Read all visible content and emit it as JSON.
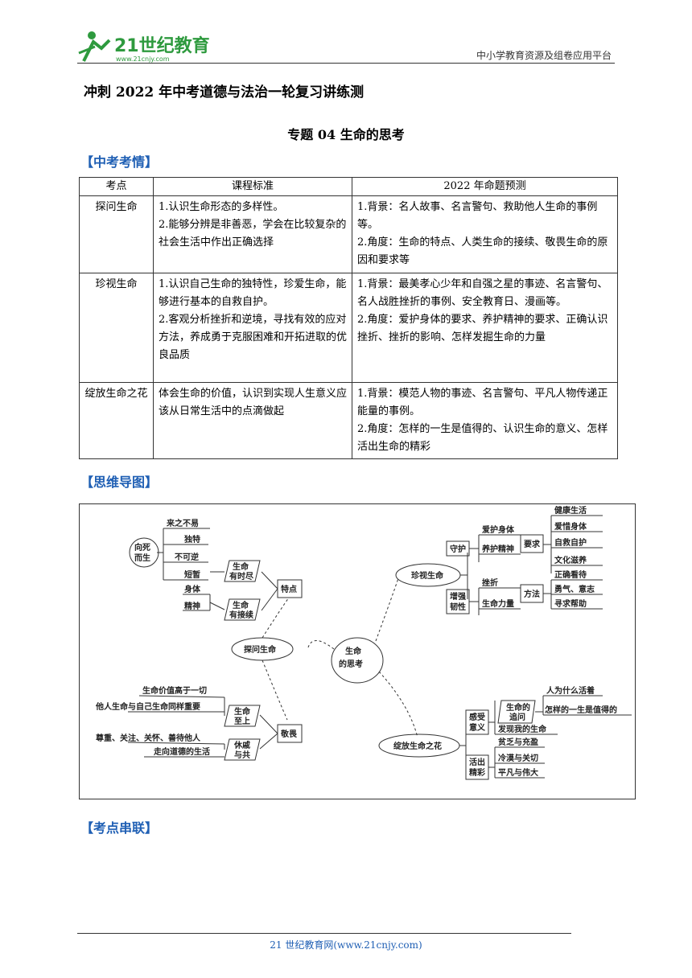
{
  "header": {
    "logo_text": "21世纪教育",
    "logo_url_text": "www.21cnjy.com",
    "platform": "中小学教育资源及组卷应用平台"
  },
  "doc_title": "冲刺 2022 年中考道德与法治一轮复习讲练测",
  "topic_title": "专题 04    生命的思考",
  "sections": {
    "exam": "【中考考情】",
    "mindmap": "【思维导图】",
    "chain": "【考点串联】"
  },
  "table": {
    "headers": [
      "考点",
      "课程标准",
      "2022 年命题预测"
    ],
    "rows": [
      {
        "topic": "探问生命",
        "standard": [
          "1.认识生命形态的多样性。",
          "2.能够分辨是非善恶，学会在比较复杂的社会生活中作出正确选择"
        ],
        "forecast": [
          "1.背景：名人故事、名言警句、救助他人生命的事例等。",
          "2.角度：生命的特点、人类生命的接续、敬畏生命的原因和要求等"
        ]
      },
      {
        "topic": "珍视生命",
        "standard": [
          "1.认识自己生命的独特性，珍爱生命，能够进行基本的自救自护。",
          "2.客观分析挫折和逆境，寻找有效的应对方法，养成勇于克服困难和开拓进取的优良品质"
        ],
        "forecast": [
          "1.背景：最美孝心少年和自强之星的事迹、名言警句、名人战胜挫折的事例、安全教育日、漫画等。",
          "2.角度：爱护身体的要求、养护精神的要求、正确认识挫折、挫折的影响、怎样发掘生命的力量"
        ]
      },
      {
        "topic": "绽放生命之花",
        "standard": [
          "体会生命的价值，认识到实现人生意义应该从日常生活中的点滴做起"
        ],
        "forecast": [
          "1.背景：模范人物的事迹、名言警句、平凡人物传递正能量的事例。",
          "2.角度：怎样的一生是值得的、认识生命的意义、怎样活出生命的精彩"
        ]
      }
    ]
  },
  "mindmap": {
    "center": "生命的思考",
    "explore": {
      "label": "探问生命",
      "features": "特点",
      "death": "向死而生",
      "finite": "生命有时尽",
      "finite_items": [
        "来之不易",
        "独特",
        "不可逆",
        "短暂"
      ],
      "continue": "生命有接续",
      "continue_items": [
        "身体",
        "精神"
      ],
      "respect": "敬畏",
      "supreme": "生命至上",
      "supreme_items": [
        "生命价值高于一切",
        "他人生命与自己生命同样重要"
      ],
      "share": "休戚与共",
      "share_items": [
        "尊重、关注、关怀、善待他人",
        "走向道德的生活"
      ]
    },
    "cherish": {
      "label": "珍视生命",
      "guard": "守护",
      "guard_items": [
        "爱护身体",
        "养护精神"
      ],
      "require": "要求",
      "require_items": [
        "健康生活",
        "爱惜身体",
        "自救自护",
        "文化滋养"
      ],
      "tough": "增强韧性",
      "tough_items": [
        "挫折",
        "生命力量"
      ],
      "method": "方法",
      "method_items": [
        "正确看待",
        "勇气、意志",
        "寻求帮助"
      ]
    },
    "bloom": {
      "label": "绽放生命之花",
      "meaning": "感受意义",
      "question": "生命的追问",
      "question_items": [
        "人为什么活着",
        "怎样的一生是值得的"
      ],
      "discover": "发现我的生命",
      "live": "活出精彩",
      "live_items": [
        "贫乏与充盈",
        "冷漠与关切",
        "平凡与伟大"
      ]
    }
  },
  "footer": "21 世纪教育网(www.21cnjy.com)",
  "colors": {
    "section": "#1f5fb4",
    "logo_green": "#2e9a3e"
  }
}
